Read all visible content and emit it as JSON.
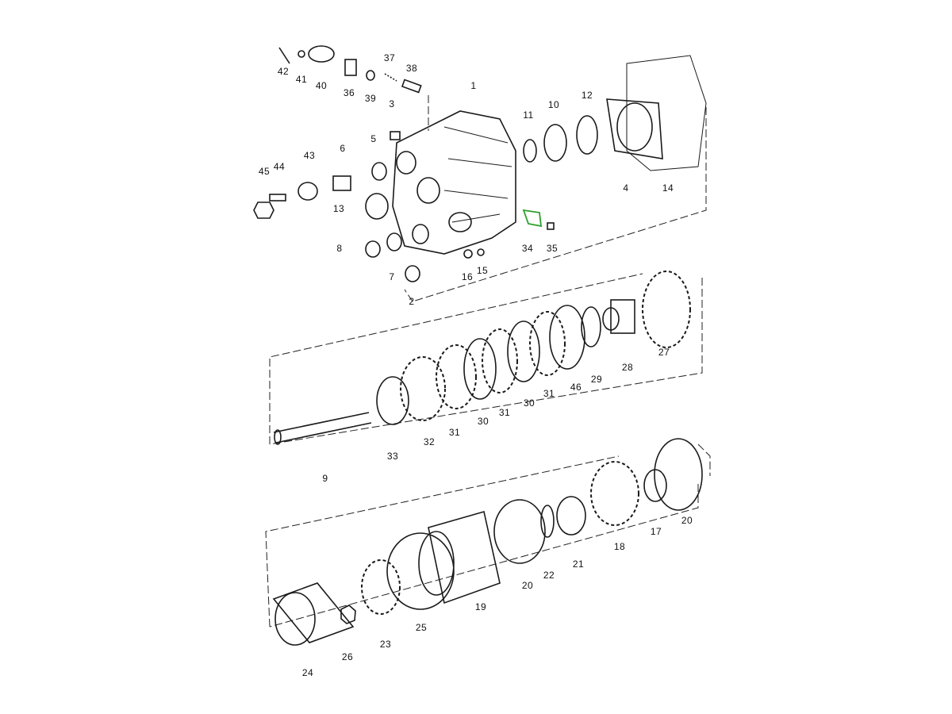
{
  "diagram": {
    "type": "exploded-parts-diagram",
    "highlight_color": "#2e9e2e",
    "highlighted_part": "34",
    "labels": [
      "42",
      "41",
      "40",
      "36",
      "39",
      "37",
      "38",
      "1",
      "3",
      "11",
      "10",
      "12",
      "5",
      "6",
      "43",
      "45",
      "44",
      "13",
      "4",
      "14",
      "34",
      "35",
      "8",
      "7",
      "16",
      "15",
      "2",
      "27",
      "28",
      "29",
      "46",
      "31",
      "30",
      "31",
      "30",
      "31",
      "32",
      "33",
      "9",
      "17",
      "20",
      "18",
      "21",
      "22",
      "20",
      "19",
      "25",
      "23",
      "26",
      "24"
    ]
  }
}
